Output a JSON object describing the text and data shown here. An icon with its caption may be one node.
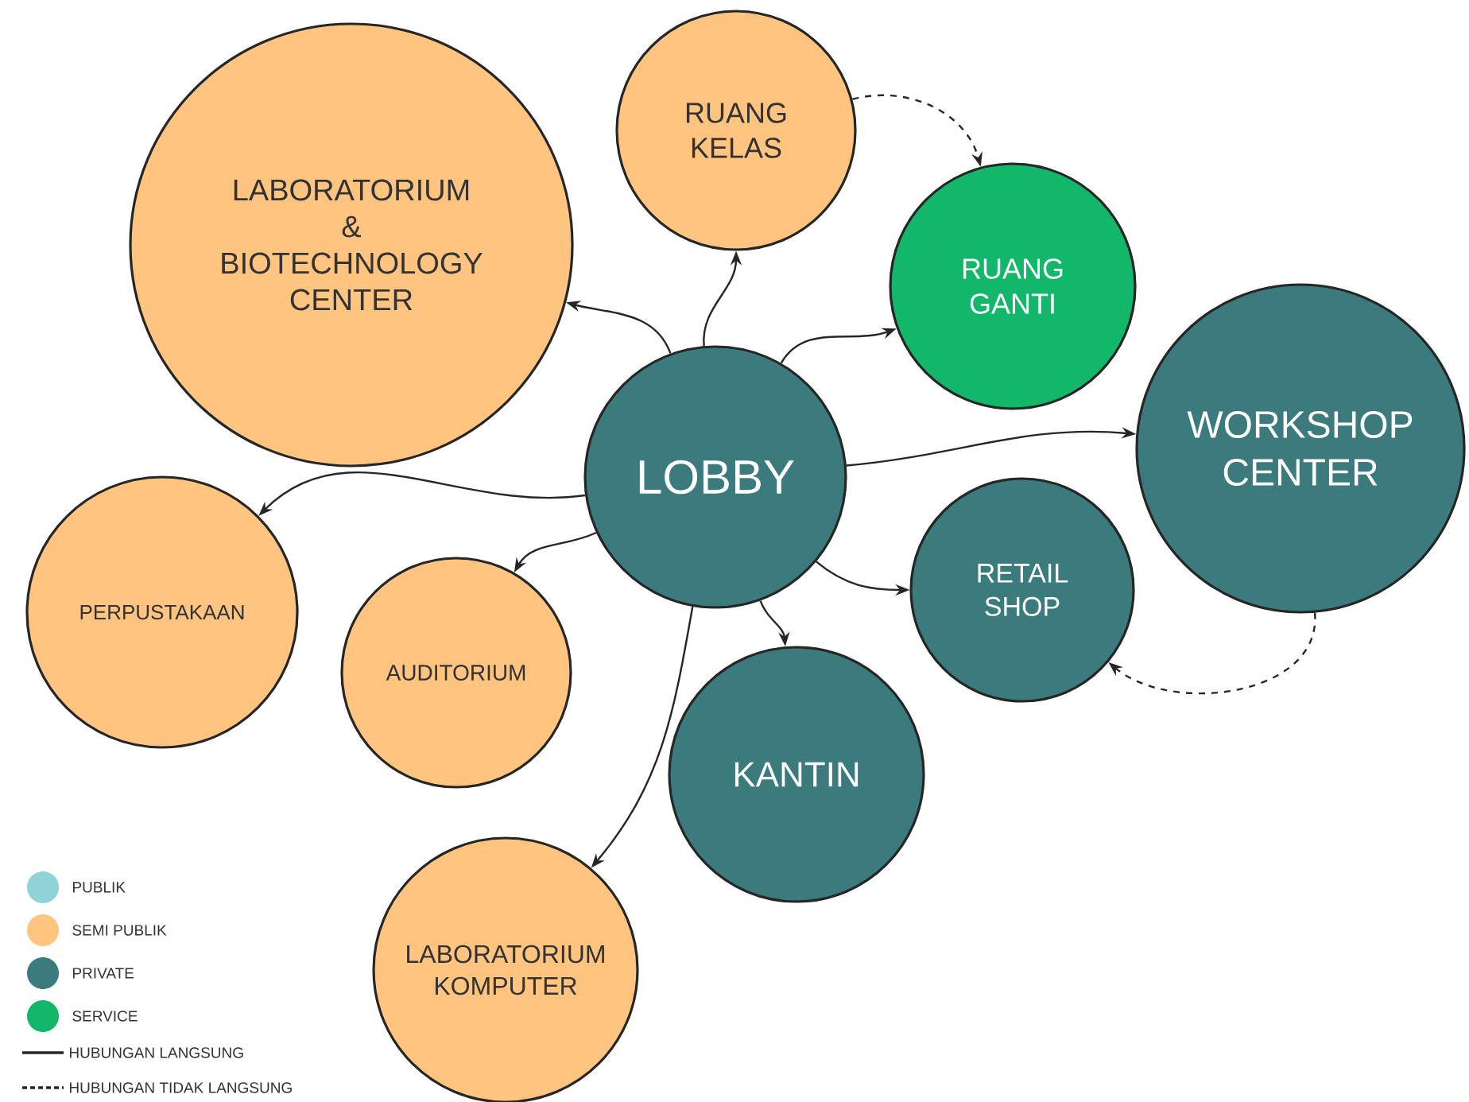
{
  "diagram": {
    "nodes": [
      {
        "text": [
          "LOBBY"
        ]
      },
      {
        "text": [
          "LABORATORIUM & BIOTECHNOLOGY CENTER"
        ]
      },
      {
        "text": [
          "RUANG KELAS"
        ]
      },
      {
        "text": [
          "RUANG GANTI"
        ]
      },
      {
        "text": [
          "WORKSHOP CENTER"
        ]
      },
      {
        "text": [
          "RETAIL SHOP"
        ]
      },
      {
        "text": [
          "PERPUSTAKAAN"
        ]
      },
      {
        "text": [
          "AUDITORIUM"
        ]
      },
      {
        "text": [
          "KANTIN"
        ]
      },
      {
        "text": [
          "LABORATORIUM KOMPUTER"
        ]
      }
    ],
    "edges": [
      {
        "from": 0,
        "to": 1,
        "arrow": "to"
      },
      {
        "from": 0,
        "to": 2,
        "arrow": "to"
      },
      {
        "from": 0,
        "to": 3,
        "arrow": "to"
      },
      {
        "from": 0,
        "to": 4,
        "arrow": "to"
      },
      {
        "from": 0,
        "to": 5,
        "arrow": "to"
      },
      {
        "from": 0,
        "to": 6,
        "arrow": "to"
      },
      {
        "from": 0,
        "to": 7,
        "arrow": "to"
      },
      {
        "from": 0,
        "to": 8,
        "arrow": "to"
      },
      {
        "from": 0,
        "to": 9,
        "arrow": "to"
      },
      {
        "from": 2,
        "to": 3,
        "arrow": "to",
        "style": "dashed"
      },
      {
        "from": 4,
        "to": 5,
        "arrow": "to",
        "style": "dashed"
      }
    ],
    "legend": [
      {
        "text": "PUBLIK",
        "color": "#8fd3d8"
      },
      {
        "text": "SEMI PUBLIK",
        "color": "#ffc480"
      },
      {
        "text": "PRIVATE",
        "color": "#3b7b7e"
      },
      {
        "text": "SERVICE",
        "color": "#12b76a"
      },
      {
        "text": "HUBUNGAN LANGSUNG"
      },
      {
        "text": "HUBUNGAN TIDAK LANGSUNG"
      }
    ]
  }
}
